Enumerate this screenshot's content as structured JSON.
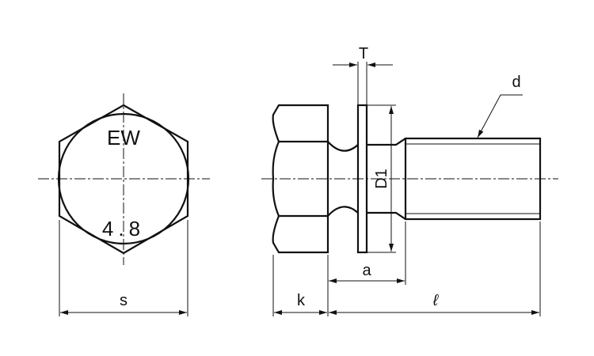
{
  "drawing": {
    "head_marking_top": "EW",
    "head_marking_bottom": "4.8",
    "dimensions": {
      "width_across_flats": "s",
      "head_height": "k",
      "washer_thickness": "T",
      "washer_diameter": "D1",
      "thread_diameter": "d",
      "underhead_length": "a",
      "length": "ℓ"
    }
  }
}
